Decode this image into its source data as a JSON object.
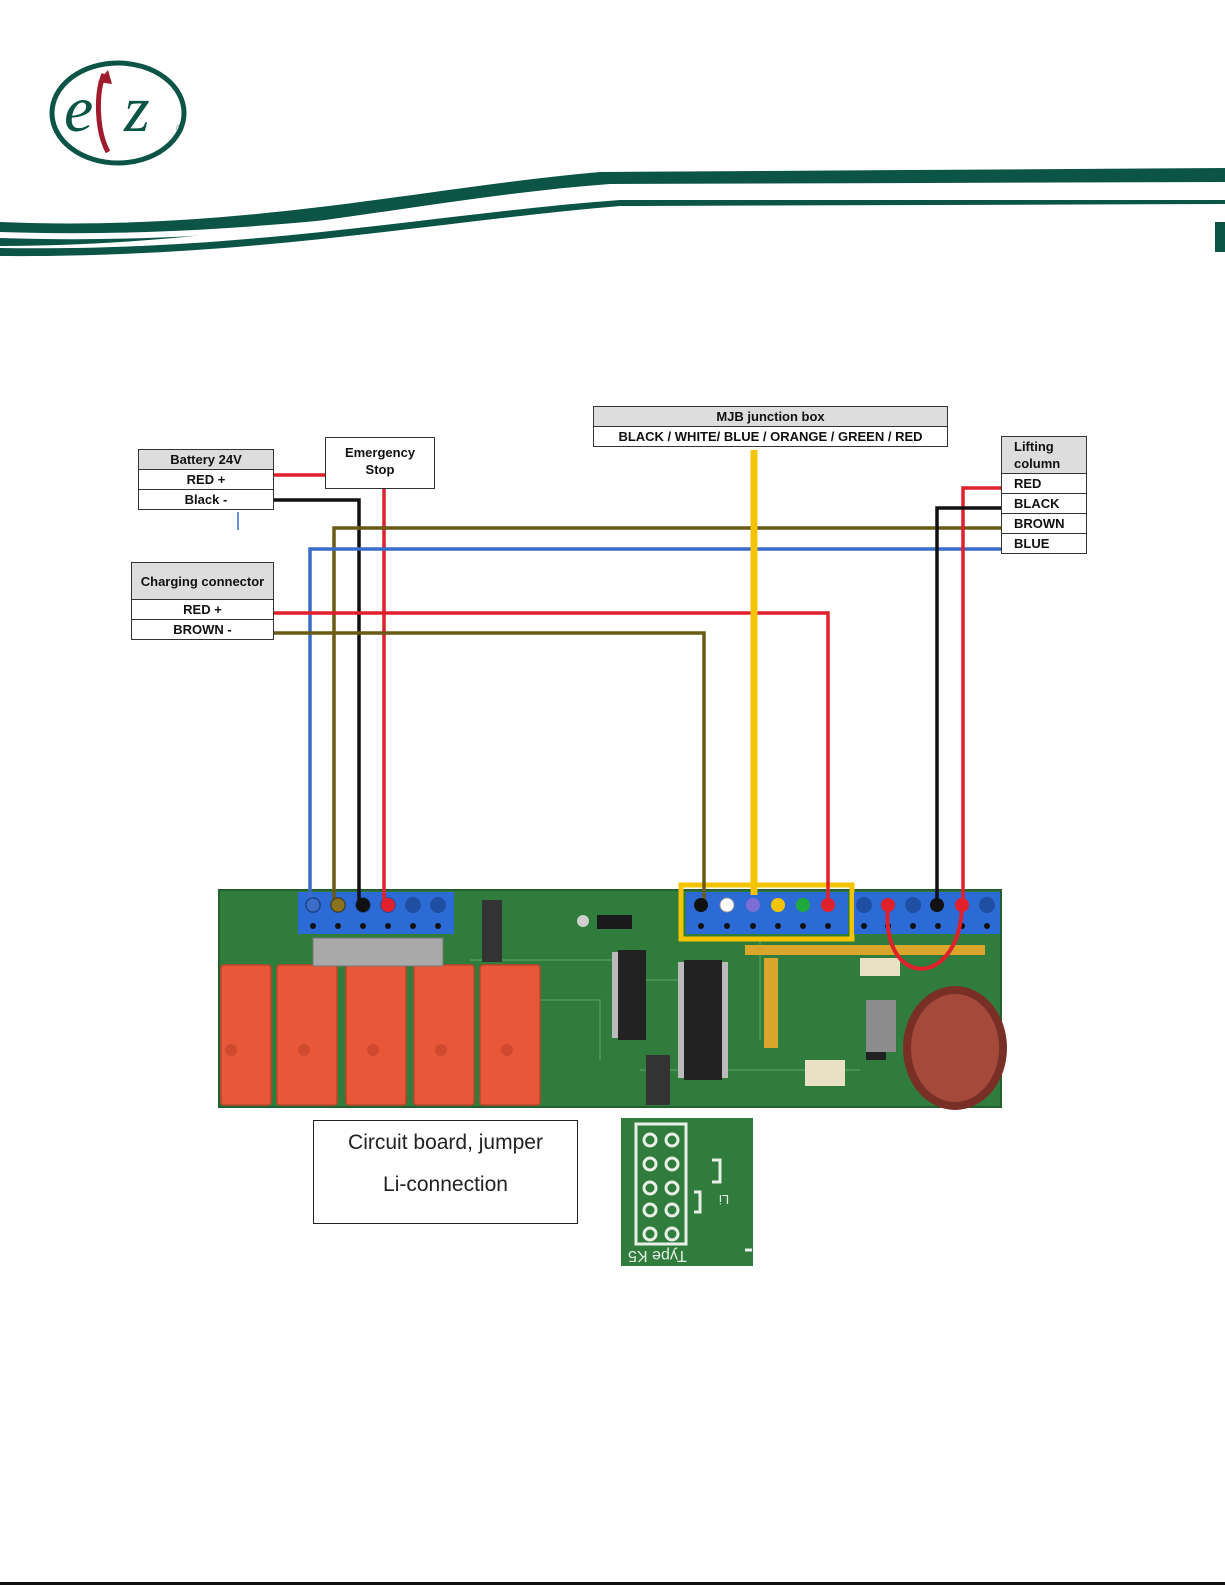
{
  "logo": {
    "letters_left": "e",
    "letters_right": "z",
    "registered": "®"
  },
  "colors": {
    "brand_green": "#0b5446",
    "logo_red": "#a01c2c",
    "wire_red": "#e0202a",
    "wire_black": "#111111",
    "wire_brown": "#6b5a14",
    "wire_blue": "#3a6cc8",
    "wire_yellow": "#f5c400",
    "pcb_green": "#2f7c3c",
    "relay_orange": "#e8573a",
    "terminal_blue": "#2c6bd6"
  },
  "labels": {
    "battery": {
      "title": "Battery 24V",
      "rows": [
        "RED +",
        "Black -"
      ]
    },
    "emergency_stop": {
      "title": "Emergency Stop"
    },
    "charging": {
      "title": "Charging connector",
      "rows": [
        "RED +",
        "BROWN -"
      ]
    },
    "mjb": {
      "title": "MJB junction box",
      "subtitle": "BLACK / WHITE/ BLUE / ORANGE / GREEN / RED"
    },
    "lifting": {
      "title": "Lifting column",
      "rows": [
        "RED",
        "BLACK",
        "BROWN",
        "BLUE"
      ]
    }
  },
  "caption": {
    "line1": "Circuit board, jumper",
    "line2": "Li-connection"
  },
  "inset": {
    "silkscreen_text": "Type K5",
    "jumper_label": "Li"
  }
}
